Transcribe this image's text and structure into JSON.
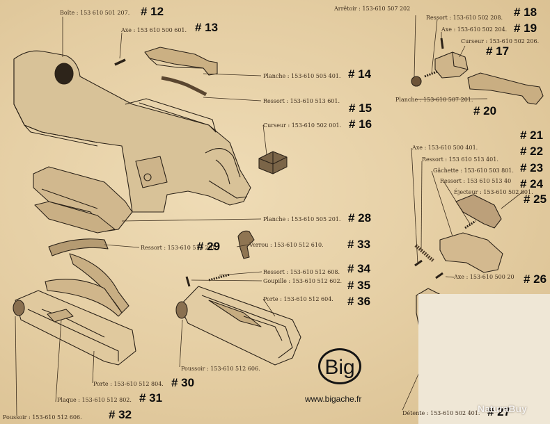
{
  "parts": [
    {
      "label": "Boîte :  153 610 501 207.",
      "num": "# 12"
    },
    {
      "label": "Axe :  153 610 500 601.",
      "num": "# 13"
    },
    {
      "label": "Planche :  153-610 505 401.",
      "num": "# 14"
    },
    {
      "label": "Ressort :  153-610 513 601.",
      "num": "# 15"
    },
    {
      "label": "Curseur :  153-610 502 001.",
      "num": "# 16"
    },
    {
      "label": "Curseur :  153-610 502 206.",
      "num": "# 17"
    },
    {
      "label": "Arrêtoir :  153-610 507 202",
      "num": "# 18"
    },
    {
      "label": "Ressort :  153-610 502 208.",
      "num": ""
    },
    {
      "label": "Axe :  153-610 502 204.",
      "num": "# 19"
    },
    {
      "label": "Planche :  153-610 507 201.",
      "num": "# 20"
    },
    {
      "label": "Axe :  153-610 500 401.",
      "num": "# 21"
    },
    {
      "label": "Ressort :  153 610 513 401.",
      "num": "# 22"
    },
    {
      "label": "Gâchette :  153-610 503 801.",
      "num": "# 23"
    },
    {
      "label": "Ressort :  153 610 513 40",
      "num": "# 24"
    },
    {
      "label": "Éjecteur :  153-610 502 801.",
      "num": "# 25"
    },
    {
      "label": "Axe :  153-610 500 20",
      "num": "# 26"
    },
    {
      "label": "Détente :  153-610 502 401.",
      "num": "# 27"
    },
    {
      "label": "Planche :  153-610 505 201.",
      "num": "# 28"
    },
    {
      "label": "Ressort :  153-610 513 201.",
      "num": "# 29"
    },
    {
      "label": "Porte :  153-610 512 804.",
      "num": "# 30"
    },
    {
      "label": "Plaque :  153-610 512 802.",
      "num": "# 31"
    },
    {
      "label": "Poussoir :  153-610 512 606.",
      "num": "# 32"
    },
    {
      "label": "Verrou :  153-610 512 610.",
      "num": "# 33"
    },
    {
      "label": "Ressort :  153-610 512 608.",
      "num": "# 34"
    },
    {
      "label": "Goupille :  153-610 512 602.",
      "num": "# 35"
    },
    {
      "label": "Porte :  153-610 512 604.",
      "num": "# 36"
    },
    {
      "label": "Poussoir :  153-610 512 606.",
      "num": ""
    }
  ],
  "logo": {
    "text": "Big",
    "site": "www.bigache.fr"
  },
  "watermark": "NaturaBuy"
}
